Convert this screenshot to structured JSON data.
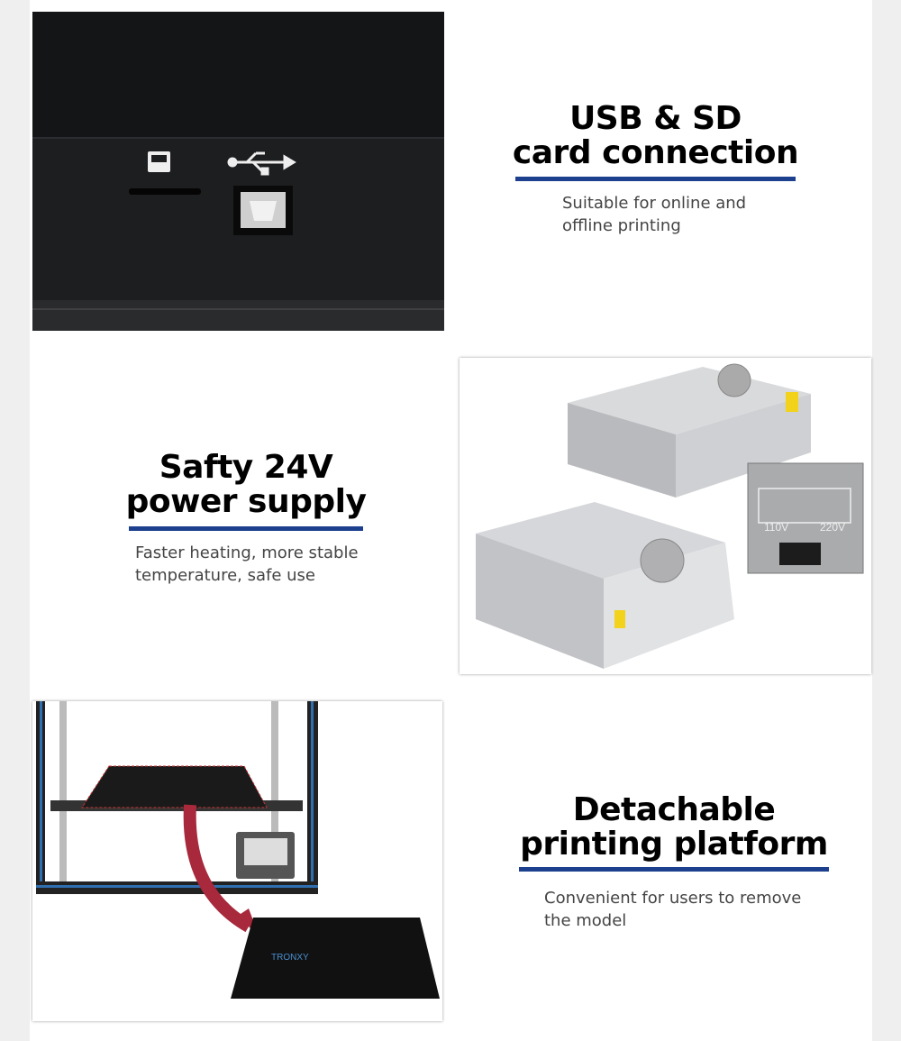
{
  "sections": [
    {
      "title_line1": "USB & SD",
      "title_line2": "card connection",
      "subtitle_line1": "Suitable for online and",
      "subtitle_line2": "offline printing"
    },
    {
      "title_line1": "Safty 24V",
      "title_line2": "power supply",
      "subtitle_line1": "Faster heating, more stable",
      "subtitle_line2": "temperature, safe use"
    },
    {
      "title_line1": "Detachable",
      "title_line2": "printing platform",
      "subtitle_line1": "Convenient for users to remove",
      "subtitle_line2": "the model"
    }
  ],
  "colors": {
    "accent_rule": "#1c3f8e",
    "frame_blue": "#2f6fb0",
    "arrow_red": "#a8283c"
  },
  "psu_label": {
    "left_voltage": "110V",
    "right_voltage": "220V"
  },
  "brand": "TRONXY"
}
